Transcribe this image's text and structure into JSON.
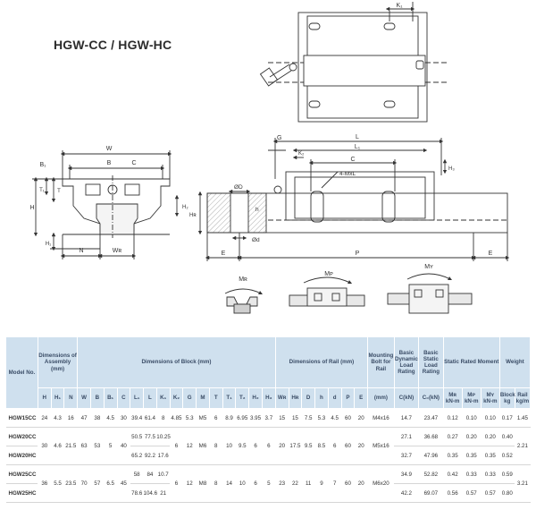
{
  "title": "HGW-CC / HGW-HC",
  "drawing_labels": {
    "K1": "K₁",
    "W": "W",
    "B": "B",
    "B1": "B₁",
    "C": "C",
    "T1": "T₁",
    "T": "T",
    "H2": "H₂",
    "H": "H",
    "H1": "H₁",
    "N": "N",
    "WR": "Wʀ",
    "G": "G",
    "K2": "K₂",
    "L": "L",
    "L1": "L₁",
    "mxl": "4-MxL",
    "H3": "H₃",
    "OD": "ØD",
    "h": "h",
    "HR": "Hʀ",
    "Od": "Ød",
    "E": "E",
    "P": "P",
    "MR": "Mʀ",
    "MP": "Mᴘ",
    "MY": "Mʏ"
  },
  "table": {
    "group_headers": {
      "model": "Model No.",
      "assembly": "Dimensions of Assembly (mm)",
      "block": "Dimensions of Block (mm)",
      "rail": "Dimensions of Rail (mm)",
      "bolt": "Mounting Bolt for Rail",
      "dynamic": "Basic Dynamic Load Rating",
      "static": "Basic Static Load Rating",
      "moment": "Static Rated Moment",
      "weight": "Weight"
    },
    "sub_headers": [
      "H",
      "H₁",
      "N",
      "W",
      "B",
      "B₁",
      "C",
      "L₁",
      "L",
      "K₁",
      "K₂",
      "G",
      "M",
      "T",
      "T₁",
      "T₂",
      "H₂",
      "H₃",
      "Wʀ",
      "Hʀ",
      "D",
      "h",
      "d",
      "P",
      "E",
      "(mm)",
      "C(kN)",
      "C₀(kN)",
      "Mʀ",
      "Mᴘ",
      "Mʏ",
      "Block",
      "Rail"
    ],
    "unit_headers": {
      "moment": "kN-m",
      "block": "kg",
      "rail": "kg/m"
    },
    "rows": {
      "hgw15cc": {
        "model": "HGW15CC",
        "H": "24",
        "H1": "4.3",
        "N": "16",
        "W": "47",
        "B": "38",
        "B1": "4.5",
        "C": "30",
        "L1": "39.4",
        "L": "61.4",
        "K1": "8",
        "K2": "4.85",
        "G": "5.3",
        "M": "M5",
        "T": "6",
        "T1": "8.9",
        "T2": "6.95",
        "H2": "3.95",
        "H3": "3.7",
        "WR": "15",
        "HR": "15",
        "D": "7.5",
        "h": "5.3",
        "d": "4.5",
        "P": "60",
        "E": "20",
        "bolt": "M4x16",
        "dyn": "14.7",
        "stat": "23.47",
        "MR": "0.12",
        "MP": "0.10",
        "MY": "0.10",
        "block": "0.17",
        "rail": "1.45"
      },
      "hgw20": {
        "H": "30",
        "H1": "4.6",
        "N": "21.5",
        "W": "63",
        "B": "53",
        "B1": "5",
        "C": "40",
        "K2": "6",
        "G": "12",
        "M": "M6",
        "T": "8",
        "T1": "10",
        "T2": "9.5",
        "H2": "6",
        "H3": "6",
        "WR": "20",
        "HR": "17.5",
        "D": "9.5",
        "h": "8.5",
        "d": "6",
        "P": "60",
        "E": "20",
        "bolt": "M5x16",
        "rail": "2.21"
      },
      "hgw20cc": {
        "model": "HGW20CC",
        "L1": "50.5",
        "L": "77.5",
        "K1": "10.25",
        "dyn": "27.1",
        "stat": "36.68",
        "MR": "0.27",
        "MP": "0.20",
        "MY": "0.20",
        "block": "0.40"
      },
      "hgw20hc": {
        "model": "HGW20HC",
        "L1": "65.2",
        "L": "92.2",
        "K1": "17.6",
        "dyn": "32.7",
        "stat": "47.96",
        "MR": "0.35",
        "MP": "0.35",
        "MY": "0.35",
        "block": "0.52"
      },
      "hgw25": {
        "H": "36",
        "H1": "5.5",
        "N": "23.5",
        "W": "70",
        "B": "57",
        "B1": "6.5",
        "C": "45",
        "K2": "6",
        "G": "12",
        "M": "M8",
        "T": "8",
        "T1": "14",
        "T2": "10",
        "H2": "6",
        "H3": "5",
        "WR": "23",
        "HR": "22",
        "D": "11",
        "h": "9",
        "d": "7",
        "P": "60",
        "E": "20",
        "bolt": "M6x20",
        "rail": "3.21"
      },
      "hgw25cc": {
        "model": "HGW25CC",
        "L1": "58",
        "L": "84",
        "K1": "10.7",
        "dyn": "34.9",
        "stat": "52.82",
        "MR": "0.42",
        "MP": "0.33",
        "MY": "0.33",
        "block": "0.59"
      },
      "hgw25hc": {
        "model": "HGW25HC",
        "L1": "78.6",
        "L": "104.6",
        "K1": "21",
        "dyn": "42.2",
        "stat": "69.07",
        "MR": "0.56",
        "MP": "0.57",
        "MY": "0.57",
        "block": "0.80"
      }
    }
  }
}
